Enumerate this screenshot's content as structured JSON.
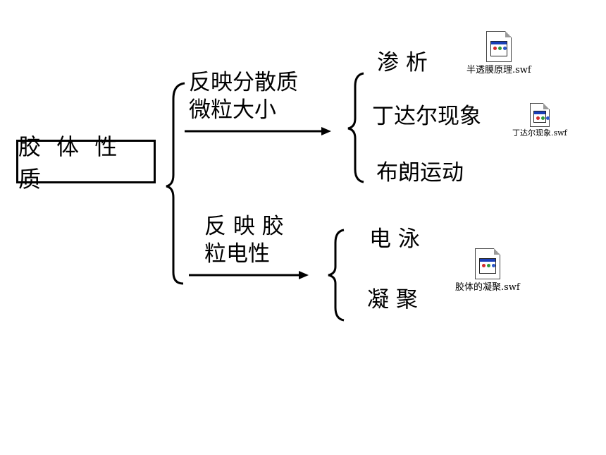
{
  "root": {
    "label": "胶 体 性 质"
  },
  "branches": [
    {
      "label": "反映分散质\n微粒大小",
      "leaves": [
        {
          "label": "渗 析"
        },
        {
          "label": "丁达尔现象"
        },
        {
          "label": "布朗运动"
        }
      ]
    },
    {
      "label": "反 映 胶\n粒电性",
      "leaves": [
        {
          "label": "电 泳"
        },
        {
          "label": "凝 聚"
        }
      ]
    }
  ],
  "files": [
    {
      "name": "半透膜原理.swf",
      "icon": "swf-file-icon"
    },
    {
      "name": "丁达尔现象.swf",
      "icon": "swf-file-icon"
    },
    {
      "name": "胶体的凝聚.swf",
      "icon": "swf-file-icon"
    }
  ],
  "colors": {
    "icon_titlebar": "#1a3fb8",
    "icon_red": "#d22b2b",
    "icon_green": "#2e9a3a",
    "icon_blue": "#2b56c9"
  }
}
